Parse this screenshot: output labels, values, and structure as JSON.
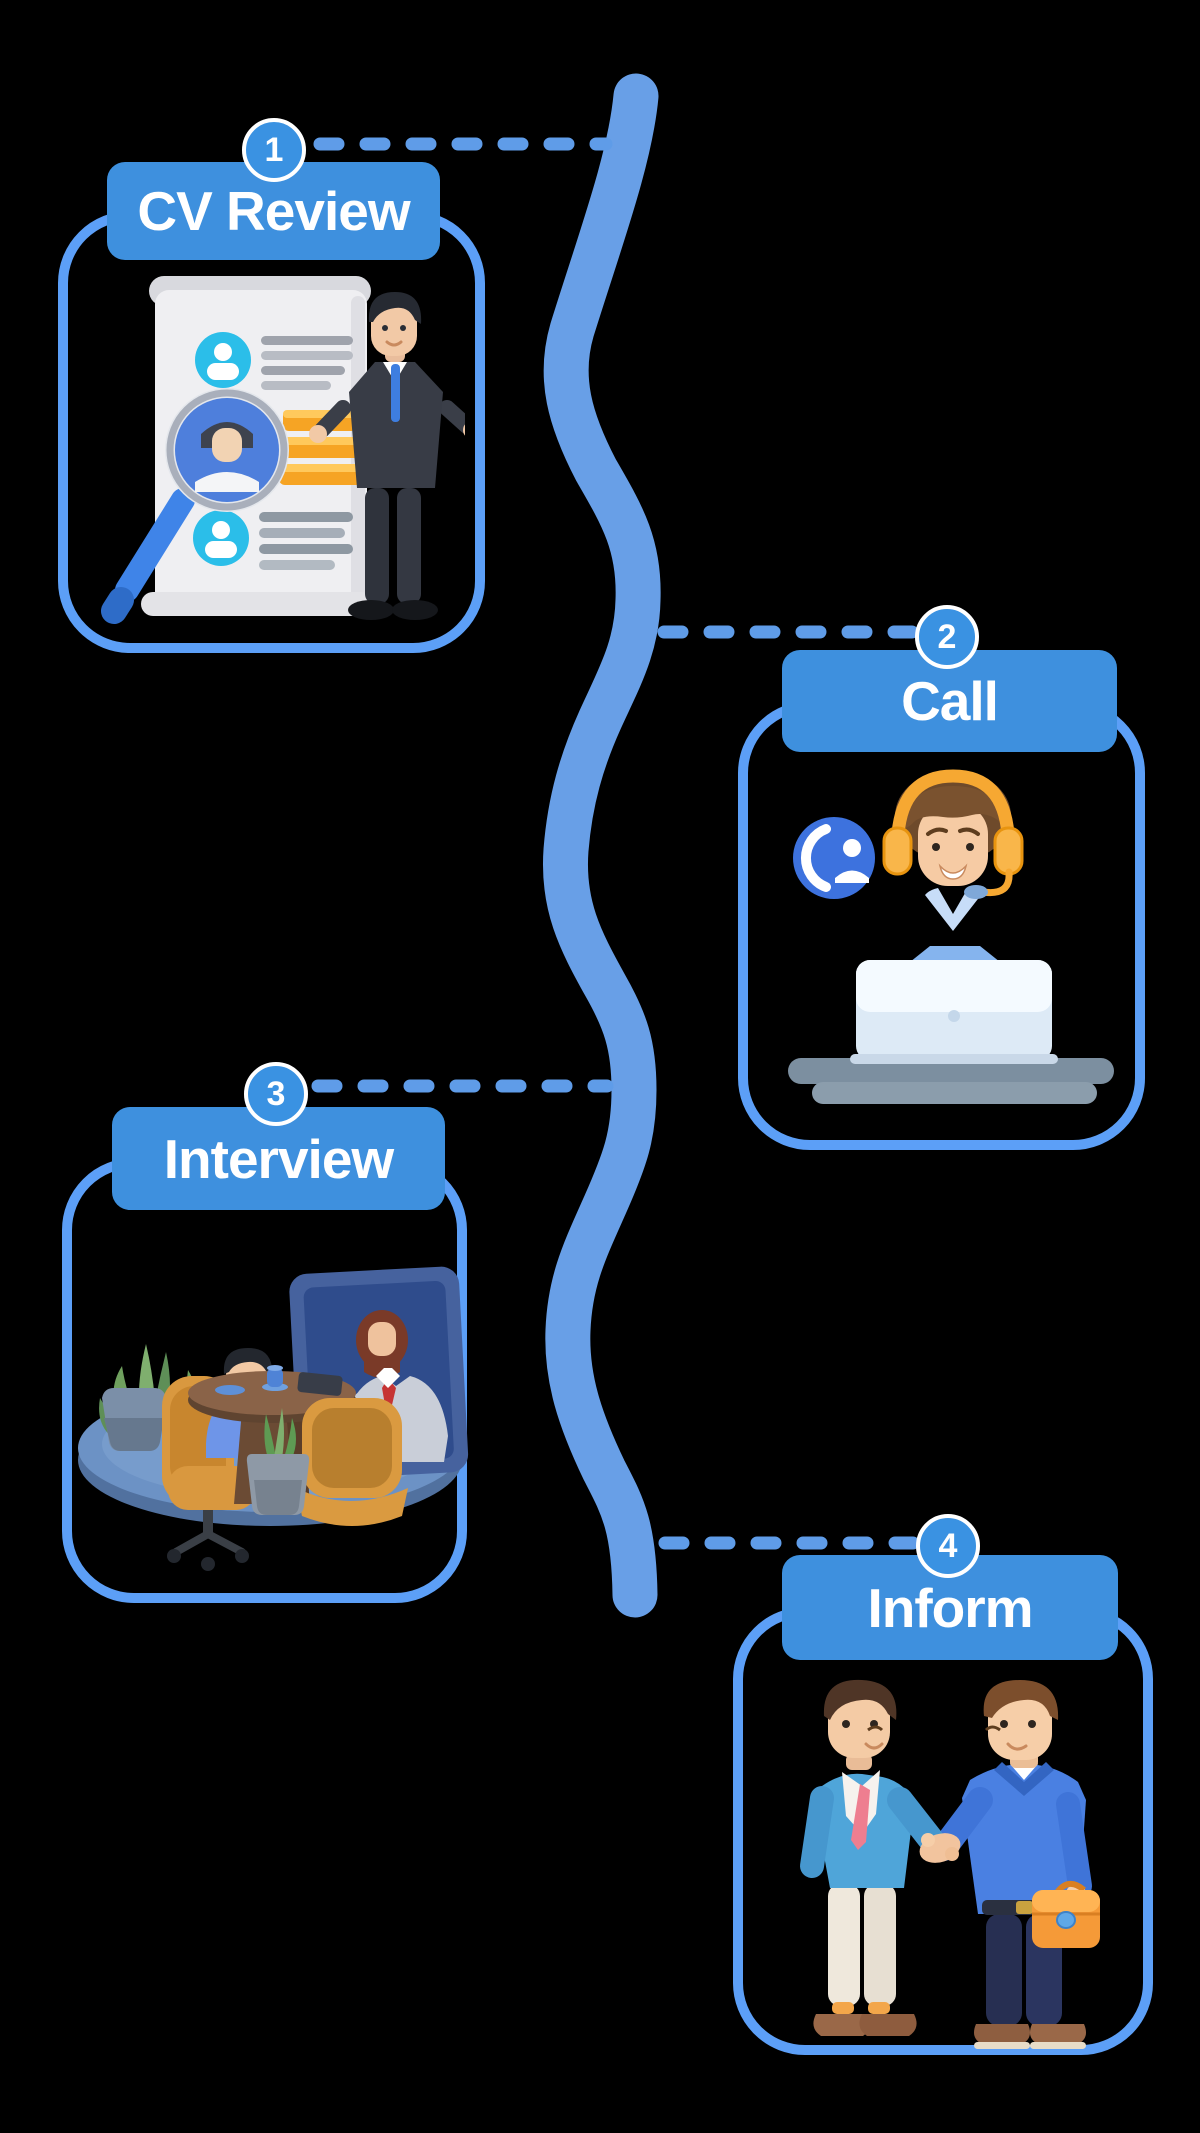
{
  "title": "Recruitment process steps infographic",
  "background": "#000000",
  "colors": {
    "background": "#000000",
    "header-blue": "#3E90DE",
    "badge-blue": "#3A92E2",
    "border-blue": "#5C9FF7",
    "wave-blue": "#689FE7",
    "dash-blue": "#5F9CE8",
    "label-text": "#FFFFFF"
  },
  "timeline": {
    "shape": "vertical-wavy-line",
    "connector_style": "dashed"
  },
  "steps": [
    {
      "number": "1",
      "label": "CV Review",
      "side": "left",
      "illustration": "cv-review-magnifier-scene",
      "icons": [
        "user-avatar-icon",
        "magnifier-icon",
        "document-icon"
      ]
    },
    {
      "number": "2",
      "label": "Call",
      "side": "right",
      "illustration": "support-call-scene",
      "icons": [
        "phone-contact-icon",
        "headset-icon",
        "laptop-icon"
      ]
    },
    {
      "number": "3",
      "label": "Interview",
      "side": "left",
      "illustration": "video-interview-meeting-scene",
      "icons": [
        "monitor-icon",
        "plant-icon",
        "chair-icon"
      ]
    },
    {
      "number": "4",
      "label": "Inform",
      "side": "right",
      "illustration": "handshake-offer-scene",
      "icons": [
        "briefcase-icon",
        "handshake-icon"
      ]
    }
  ]
}
